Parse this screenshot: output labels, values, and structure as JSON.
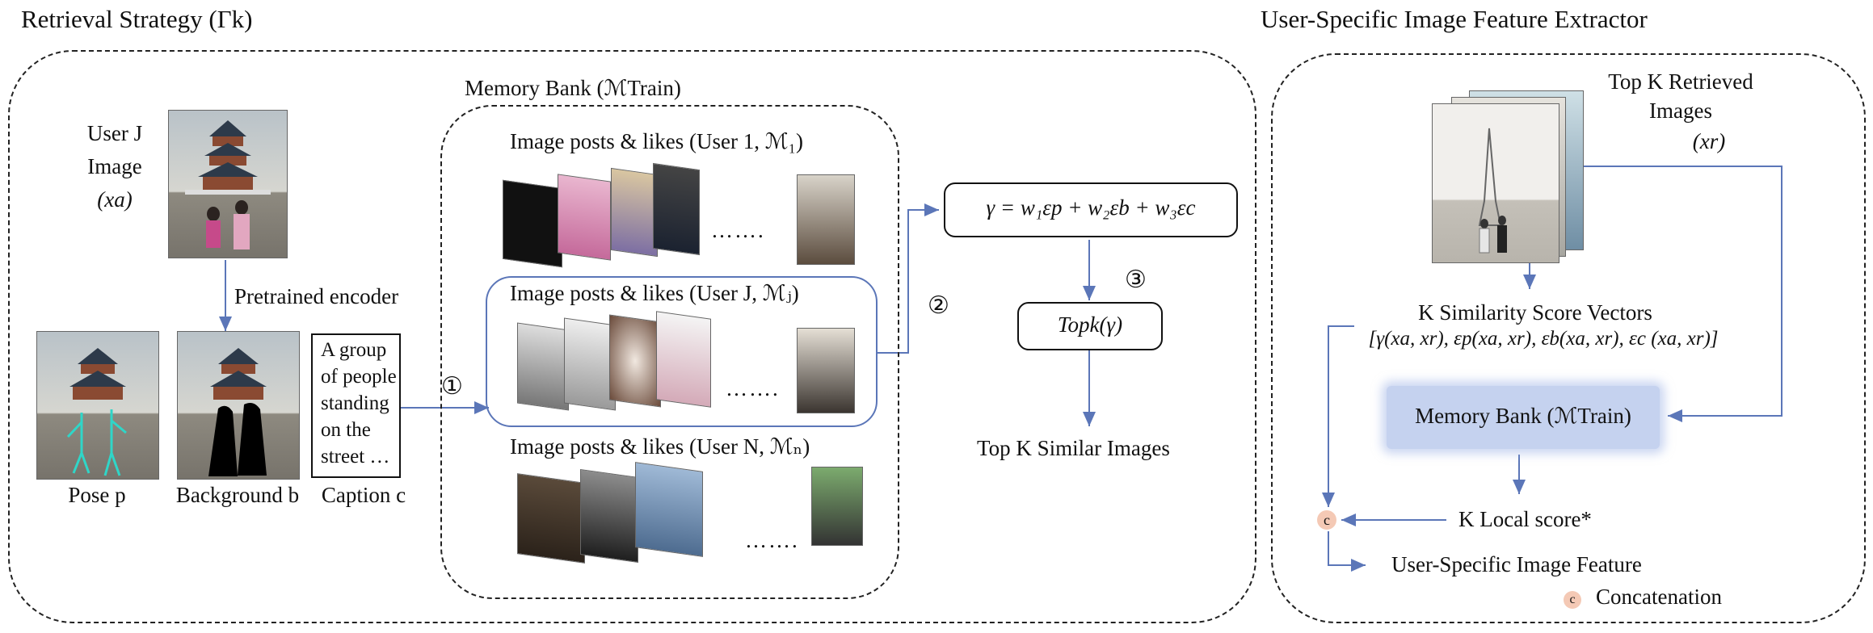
{
  "left_panel": {
    "title": "Retrieval Strategy (Γk)",
    "user_image_label": [
      "User J",
      "Image",
      "(xa)"
    ],
    "encoder_label": "Pretrained encoder",
    "pose_label": "Pose p",
    "background_label": "Background b",
    "caption_label": "Caption c",
    "caption_text": [
      "A group",
      "of people",
      "standing",
      "on the",
      "street …"
    ],
    "step1": "①",
    "step2": "②",
    "step3": "③"
  },
  "memory_bank": {
    "title": "Memory Bank (ℳTrain)",
    "user1": "Image posts & likes (User 1, ℳ₁)",
    "userJ": "Image posts & likes (User J, ℳⱼ)",
    "userN": "Image posts & likes (User N, ℳₙ)",
    "ellipsis": "……."
  },
  "formula": {
    "gamma": "γ = w₁εp + w₂εb + w₃εc",
    "topk": "Topk(γ)",
    "topk_caption": "Top K Similar Images"
  },
  "right_panel": {
    "title": "User-Specific Image Feature Extractor",
    "retrieved_label": [
      "Top K Retrieved",
      "Images",
      "(xr)"
    ],
    "sim_title": "K Similarity Score Vectors",
    "sim_vector": "[γ(xa, xr), εp(xa, xr), εb(xa, xr), εc (xa, xr)]",
    "memory_bank": "Memory Bank (ℳTrain)",
    "local_score": "K Local score*",
    "feature": "User-Specific Image Feature",
    "concat_symbol": "c",
    "concat_label": "Concatenation"
  }
}
